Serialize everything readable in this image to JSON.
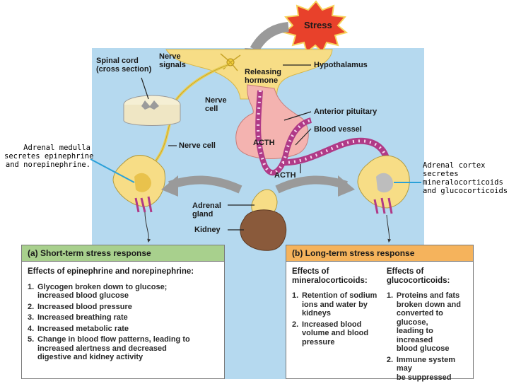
{
  "stress": "Stress",
  "labels": {
    "spinal_cord": "Spinal cord\n(cross section)",
    "nerve_signals": "Nerve\nsignals",
    "releasing_hormone": "Releasing\nhormone",
    "hypothalamus": "Hypothalamus",
    "nerve_cell_top": "Nerve\ncell",
    "anterior_pituitary": "Anterior pituitary",
    "blood_vessel": "Blood vessel",
    "nerve_cell": "Nerve cell",
    "acth_inside": "ACTH",
    "acth": "ACTH",
    "adrenal_gland": "Adrenal\ngland",
    "kidney": "Kidney"
  },
  "side_labels": {
    "adrenal_medulla": "Adrenal medulla\nsecretes epinephrine\nand norepinephrine.",
    "adrenal_cortex": "Adrenal cortex\nsecretes\nmineralocorticoids\nand glucocorticoids."
  },
  "short_term": {
    "header": "(a) Short-term stress response",
    "effects_title": "Effects of epinephrine and norepinephrine:",
    "items": [
      {
        "n": "1.",
        "text": "Glycogen broken down to glucose;\nincreased blood glucose"
      },
      {
        "n": "2.",
        "text": "Increased blood pressure"
      },
      {
        "n": "3.",
        "text": "Increased breathing rate"
      },
      {
        "n": "4.",
        "text": "Increased metabolic rate"
      },
      {
        "n": "5.",
        "text": "Change in blood flow patterns, leading to\nincreased alertness and decreased\ndigestive and kidney activity"
      }
    ]
  },
  "long_term": {
    "header": "(b) Long-term stress response",
    "col1_title": "Effects of\nmineralocorticoids:",
    "col1_items": [
      {
        "n": "1.",
        "text": "Retention of sodium\nions and water by\nkidneys"
      },
      {
        "n": "2.",
        "text": "Increased blood\nvolume and blood\npressure"
      }
    ],
    "col2_title": "Effects of\nglucocorticoids:",
    "col2_items": [
      {
        "n": "1.",
        "text": "Proteins and fats\nbroken down and\nconverted to glucose,\nleading to increased\nblood glucose"
      },
      {
        "n": "2.",
        "text": "Immune system may\nbe suppressed"
      }
    ]
  },
  "colors": {
    "background_panel": "#b5d9ef",
    "short_term_header": "#a8d08d",
    "long_term_header": "#f5b35c",
    "tissue_yellow": "#f7dd86",
    "pituitary_pink": "#f4b3b0",
    "vessel_purple": "#b03a87",
    "stress_burst": "#e8412b"
  }
}
